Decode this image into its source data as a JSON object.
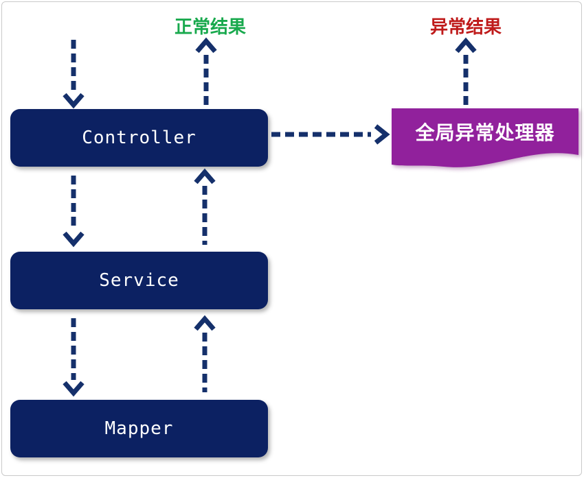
{
  "diagram": {
    "nodes": {
      "controller": {
        "label": "Controller"
      },
      "service": {
        "label": "Service"
      },
      "mapper": {
        "label": "Mapper"
      },
      "exception_handler": {
        "label": "全局异常处理器"
      }
    },
    "labels": {
      "normal_result": "正常结果",
      "error_result": "异常结果"
    },
    "edges": [
      {
        "from": "request",
        "to": "controller",
        "style": "dashed",
        "direction": "down"
      },
      {
        "from": "controller",
        "to": "normal_result",
        "style": "dashed",
        "direction": "up"
      },
      {
        "from": "controller",
        "to": "exception_handler",
        "style": "dashed",
        "direction": "right"
      },
      {
        "from": "exception_handler",
        "to": "error_result",
        "style": "dashed",
        "direction": "up"
      },
      {
        "from": "controller",
        "to": "service",
        "style": "dashed",
        "direction": "down"
      },
      {
        "from": "service",
        "to": "controller",
        "style": "dashed",
        "direction": "up"
      },
      {
        "from": "service",
        "to": "mapper",
        "style": "dashed",
        "direction": "down"
      },
      {
        "from": "mapper",
        "to": "service",
        "style": "dashed",
        "direction": "up"
      }
    ],
    "colors": {
      "node_fill": "#0c2162",
      "node_text": "#ffffff",
      "exception_fill": "#91219c",
      "exception_text": "#ffffff",
      "arrow": "#15306b",
      "normal_result": "#18a94d",
      "error_result": "#bf1b1b",
      "frame_border": "#c9c9c9",
      "background": "#ffffff"
    }
  }
}
